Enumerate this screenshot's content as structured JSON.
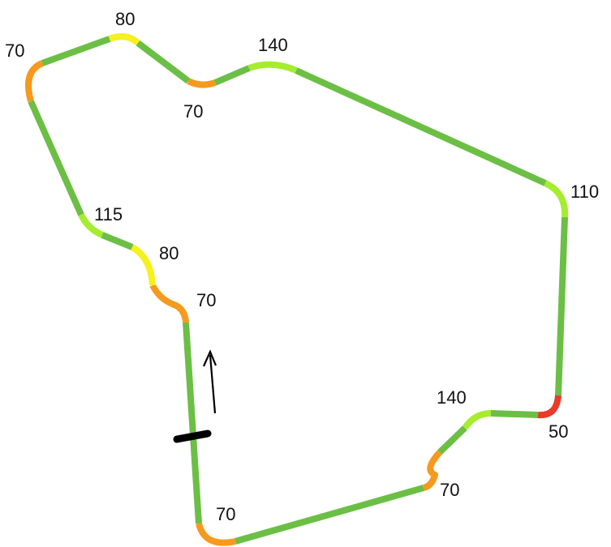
{
  "colors": {
    "straight": "#6bbf45",
    "fast_corner": "#a6ec2f",
    "medium_corner": "#f5f01e",
    "slow_corner": "#f59a1e",
    "hairpin": "#ea3b2a",
    "marker": "#000000",
    "background": "#ffffff"
  },
  "legend_semantics": {
    "note": "segment colours encode corner speed"
  },
  "corners": [
    {
      "id": "c1",
      "speed": "70"
    },
    {
      "id": "c2",
      "speed": "80"
    },
    {
      "id": "c3",
      "speed": "70"
    },
    {
      "id": "c4",
      "speed": "140"
    },
    {
      "id": "c5",
      "speed": "110"
    },
    {
      "id": "c6",
      "speed": "50"
    },
    {
      "id": "c7",
      "speed": "140"
    },
    {
      "id": "c8",
      "speed": "70"
    },
    {
      "id": "c9",
      "speed": "70"
    },
    {
      "id": "c10",
      "speed": "70"
    },
    {
      "id": "c11",
      "speed": "80"
    },
    {
      "id": "c12",
      "speed": "115"
    }
  ],
  "icons": {
    "start_finish": "start-finish-line",
    "direction": "direction-arrow-up"
  }
}
